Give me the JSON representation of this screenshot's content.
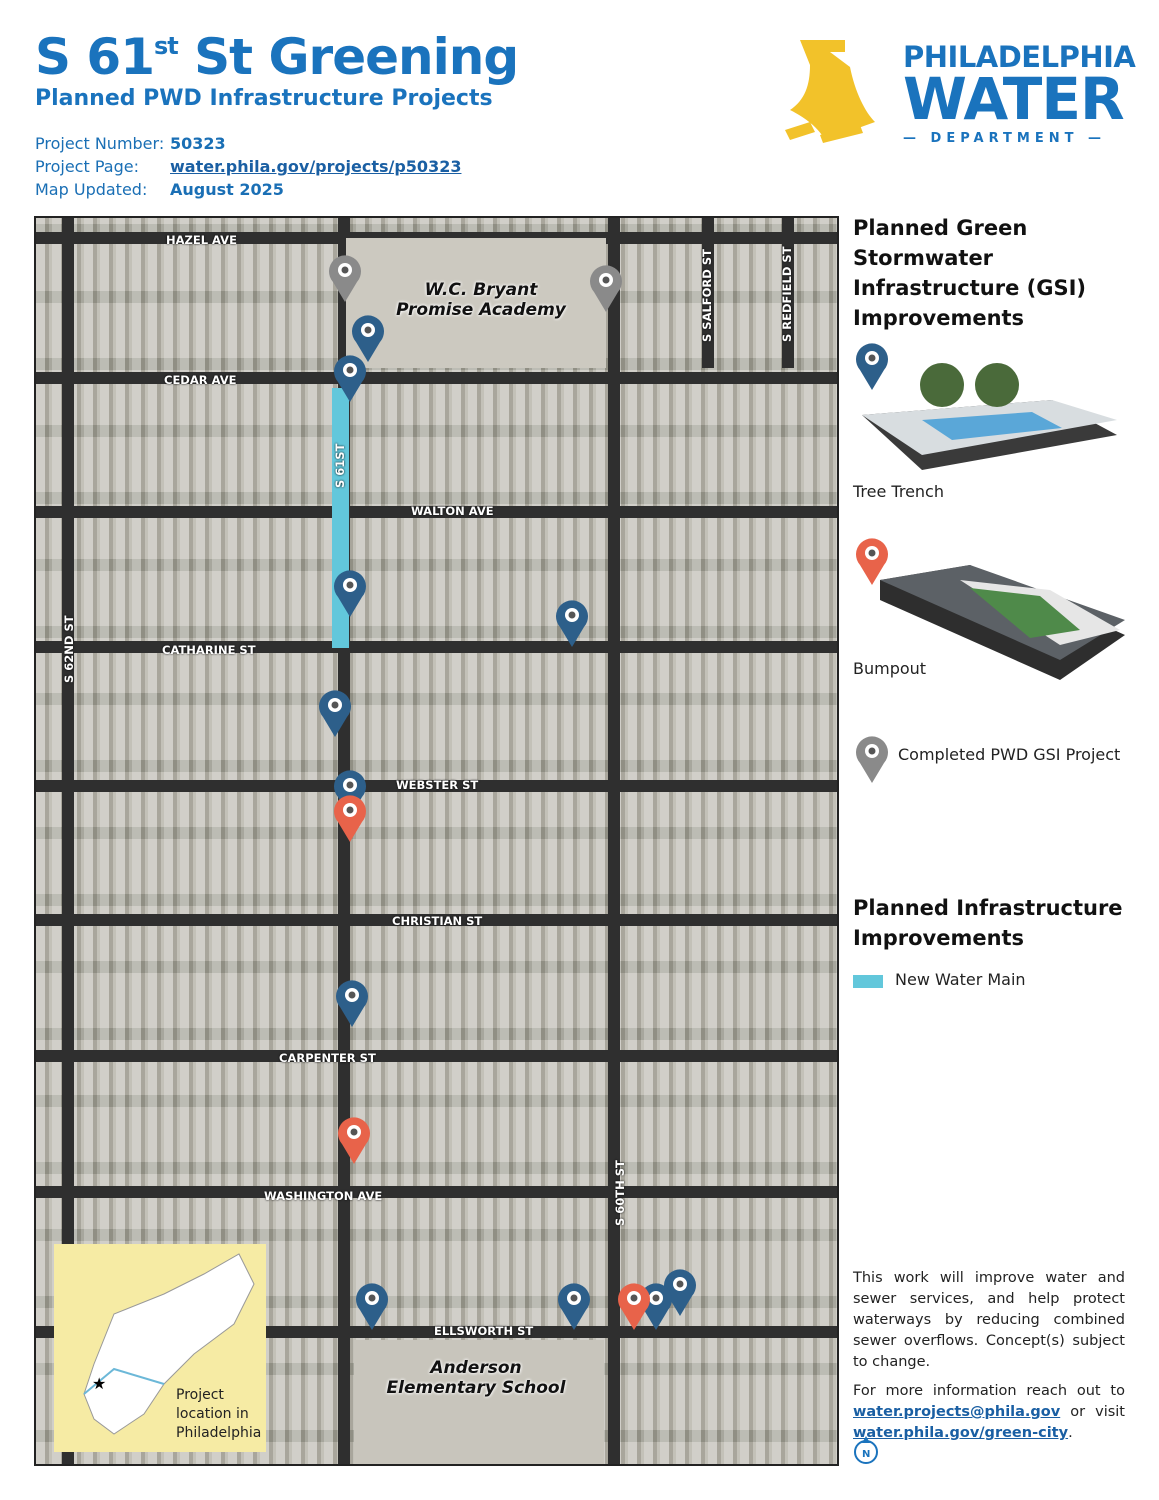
{
  "header": {
    "title_main": "S 61",
    "title_sup": "st",
    "title_rest": " St Greening",
    "subtitle": "Planned PWD Infrastructure Projects",
    "meta": [
      {
        "label": "Project Number:",
        "value": "50323"
      },
      {
        "label": "Project Page:",
        "value": "water.phila.gov/projects/p50323"
      },
      {
        "label": "Map Updated:",
        "value": "August 2025"
      }
    ]
  },
  "logo": {
    "line1": "PHILADELPHIA",
    "line2": "WATER",
    "line3": "DEPARTMENT"
  },
  "map": {
    "streets": {
      "hazel": "HAZEL AVE",
      "cedar": "CEDAR AVE",
      "walton": "WALTON AVE",
      "catharine": "CATHARINE ST",
      "webster": "WEBSTER ST",
      "christian": "CHRISTIAN ST",
      "carpenter": "CARPENTER ST",
      "washington": "WASHINGTON AVE",
      "ellsworth": "ELLSWORTH ST",
      "s62": "S 62ND ST",
      "s61": "S 61ST",
      "s60": "S 60TH ST",
      "salford": "S SALFORD ST",
      "redfield": "S REDFIELD ST"
    },
    "places": {
      "bryant": "W.C. Bryant Promise Academy",
      "anderson": "Anderson Elementary School"
    },
    "inset_caption": "Project location in Philadelphia",
    "colors": {
      "tree_trench": "#2d5f8a",
      "bumpout": "#e8634a",
      "completed": "#8a8a8a",
      "water_main": "#62c7db"
    }
  },
  "legend": {
    "gsi_title": "Planned Green Stormwater Infrastructure (GSI) Improvements",
    "tree_trench": "Tree Trench",
    "bumpout": "Bumpout",
    "completed": "Completed PWD GSI Project",
    "infra_title": "Planned Infrastructure Improvements",
    "water_main": "New Water Main"
  },
  "note": {
    "p1": "This work will improve water and sewer services, and help protect waterways by reducing combined sewer overflows. Concept(s) subject to change.",
    "p2_pre": "For more information reach out to ",
    "email": "water.projects@phila.gov",
    "p2_mid": " or visit ",
    "link": "water.phila.gov/green-city",
    "p2_end": ".",
    "north": "N"
  }
}
